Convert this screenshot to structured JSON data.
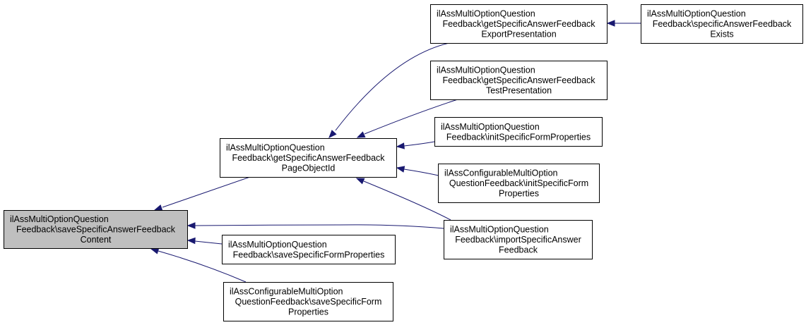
{
  "colors": {
    "edge": "#191970",
    "focus_fill": "#bfbfbf",
    "node_fill": "#ffffff",
    "border": "#000000"
  },
  "nodes": {
    "save_content": {
      "lines": [
        "ilAssMultiOptionQuestion",
        "Feedback\\saveSpecificAnswerFeedback",
        "Content"
      ]
    },
    "get_page_object_id": {
      "lines": [
        "ilAssMultiOptionQuestion",
        "Feedback\\getSpecificAnswerFeedback",
        "PageObjectId"
      ]
    },
    "save_form_properties": {
      "lines": [
        "ilAssMultiOptionQuestion",
        "Feedback\\saveSpecificFormProperties"
      ]
    },
    "configurable_save_form": {
      "lines": [
        "ilAssConfigurableMultiOption",
        "QuestionFeedback\\saveSpecificForm",
        "Properties"
      ]
    },
    "get_export_presentation": {
      "lines": [
        "ilAssMultiOptionQuestion",
        "Feedback\\getSpecificAnswerFeedback",
        "ExportPresentation"
      ]
    },
    "get_test_presentation": {
      "lines": [
        "ilAssMultiOptionQuestion",
        "Feedback\\getSpecificAnswerFeedback",
        "TestPresentation"
      ]
    },
    "init_form_properties": {
      "lines": [
        "ilAssMultiOptionQuestion",
        "Feedback\\initSpecificFormProperties"
      ]
    },
    "configurable_init_form": {
      "lines": [
        "ilAssConfigurableMultiOption",
        "QuestionFeedback\\initSpecificForm",
        "Properties"
      ]
    },
    "import_answer_feedback": {
      "lines": [
        "ilAssMultiOptionQuestion",
        "Feedback\\importSpecificAnswer",
        "Feedback"
      ]
    },
    "answer_feedback_exists": {
      "lines": [
        "ilAssMultiOptionQuestion",
        "Feedback\\specificAnswerFeedback",
        "Exists"
      ]
    }
  }
}
